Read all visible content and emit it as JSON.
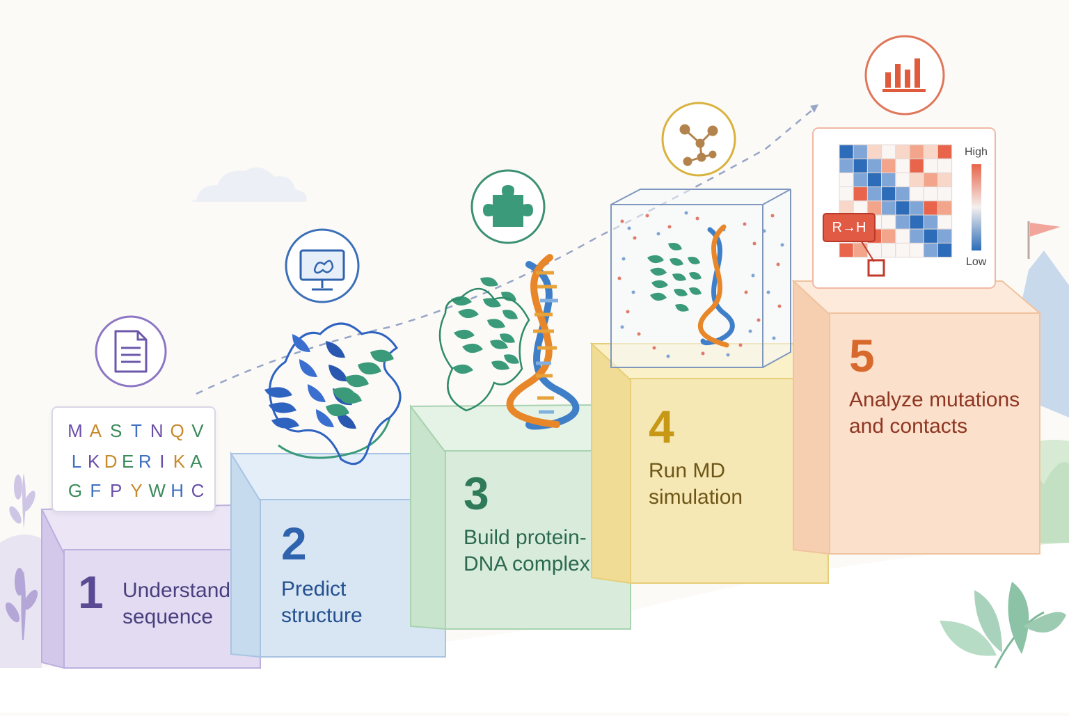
{
  "steps": [
    {
      "number": "1",
      "label_line1": "Understand",
      "label_line2": "sequence",
      "icon": "document-icon"
    },
    {
      "number": "2",
      "label_line1": "Predict",
      "label_line2": "structure",
      "icon": "monitor-molecule-icon"
    },
    {
      "number": "3",
      "label_line1": "Build protein-",
      "label_line2": "DNA complex",
      "icon": "puzzle-piece-icon"
    },
    {
      "number": "4",
      "label_line1": "Run MD",
      "label_line2": "simulation",
      "icon": "molecule-network-icon"
    },
    {
      "number": "5",
      "label_line1": "Analyze mutations",
      "label_line2": "and contacts",
      "icon": "bar-chart-icon"
    }
  ],
  "sequence_rows": [
    [
      "M",
      "A",
      "S",
      "T",
      "N",
      "Q",
      "V"
    ],
    [
      "L",
      "K",
      "D",
      "E",
      "R",
      "I",
      "K",
      "A"
    ],
    [
      "G",
      "F",
      "P",
      "Y",
      "W",
      "H",
      "C"
    ]
  ],
  "heatmap": {
    "high_label": "High",
    "low_label": "Low",
    "mutation_label": "R→H"
  },
  "colors": {
    "step1": "#e2dbf1",
    "step2": "#d8e6f4",
    "step3": "#d9ecdc",
    "step4": "#f6e8b4",
    "step5": "#fbe0cc",
    "protein_blue": "#2f63c0",
    "protein_green": "#3a9a7a",
    "dna_orange": "#e8862a",
    "dna_blue": "#3f7fc8",
    "heat_high": "#e8644a",
    "heat_low": "#2d6cb8"
  }
}
